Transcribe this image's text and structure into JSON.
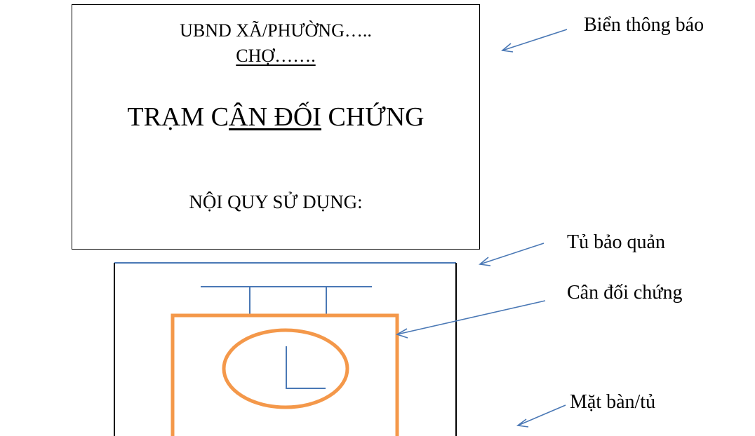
{
  "notice_board": {
    "line1": "UBND XÃ/PHƯỜNG…..",
    "line2": "CHỢ…….",
    "title_before": "TRẠM C",
    "title_underlined": "ÂN ĐỐI",
    "title_after": " CHỨNG",
    "rules": "NỘI QUY SỬ DỤNG:"
  },
  "labels": {
    "board": "Biển thông báo",
    "cabinet": "Tủ bảo quản",
    "scale": "Cân đối chứng",
    "table": "Mặt bàn/tủ"
  },
  "colors": {
    "arrow": "#4a78b5",
    "scale_body": "#f4984a",
    "cabinet_top": "#4a78b5",
    "outline": "#000000"
  }
}
